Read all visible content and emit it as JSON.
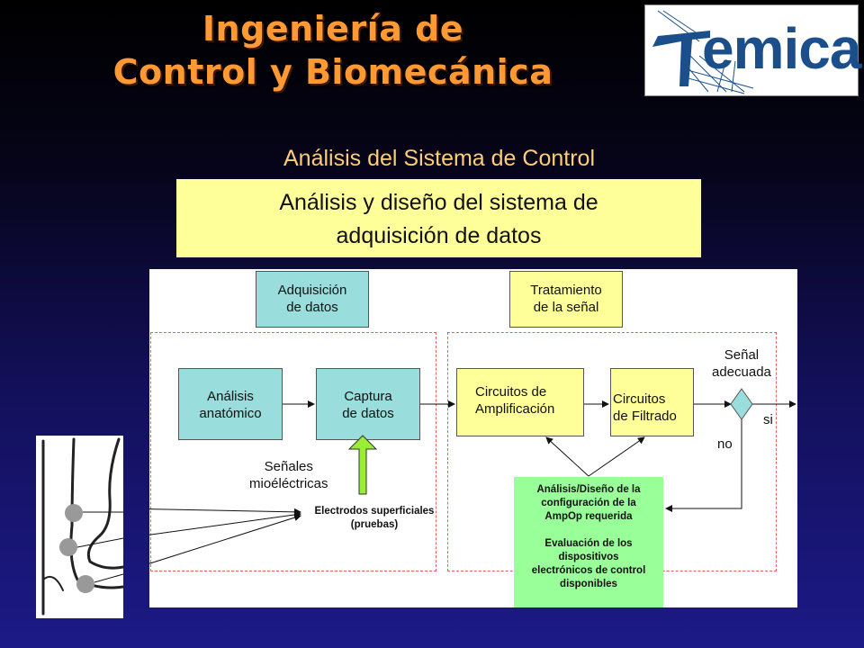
{
  "header": {
    "title_line1": "Ingeniería de",
    "title_line2": "Control y Biomecánica",
    "logo_text": "emica"
  },
  "subtitle": "Análisis del Sistema de Control",
  "banner": {
    "line1": "Análisis y diseño del sistema de",
    "line2": "adquisición de datos"
  },
  "diagram": {
    "section_adq": [
      "Adquisición",
      "de datos"
    ],
    "section_trat": [
      "Tratamiento",
      "de la señal"
    ],
    "analisis": [
      "Análisis",
      "anatómico"
    ],
    "captura": [
      "Captura",
      "de datos"
    ],
    "amplif": [
      "Circuitos de",
      "Amplificación"
    ],
    "filtrado": [
      "Circuitos",
      "de Filtrado"
    ],
    "senal_adecuada": [
      "Señal",
      "adecuada"
    ],
    "si": "si",
    "no": "no",
    "senales": [
      "Señales",
      "mioéléctricas"
    ],
    "electrodos": [
      "Electrodos superficiales",
      "(pruebas)"
    ],
    "diseno": [
      "Análisis/Diseño de la",
      "configuración de la",
      "AmpOp requerida",
      "",
      "Evaluación de los",
      "dispositivos",
      "electrónicos de control",
      "disponibles"
    ]
  },
  "colors": {
    "title": "#ff9933",
    "subtitle": "#ffcc77",
    "banner_bg": "#ffff99",
    "teal_box": "#99dddd",
    "green_box": "#99ff99",
    "dashed": "#e06060",
    "logo_blue": "#1a4f8c"
  }
}
